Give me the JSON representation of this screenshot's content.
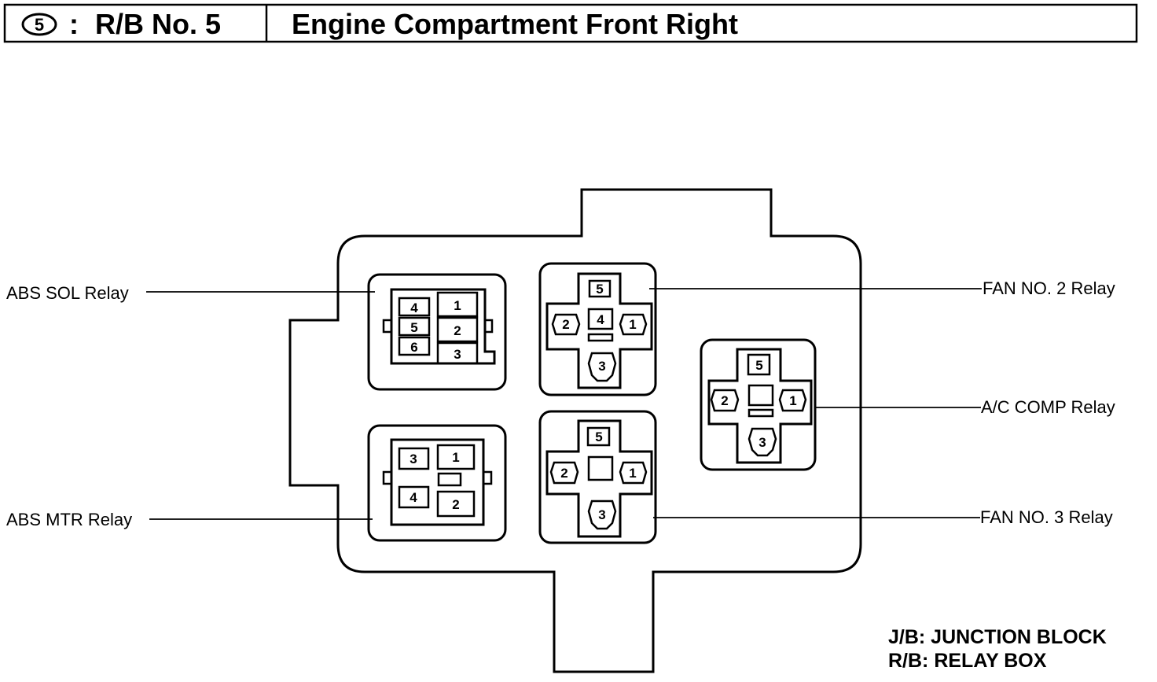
{
  "header": {
    "circle_number": "5",
    "separator": ":",
    "box_id": "R/B No. 5",
    "title": "Engine Compartment Front Right"
  },
  "labels": {
    "abs_sol": "ABS SOL Relay",
    "abs_mtr": "ABS MTR Relay",
    "fan2": "FAN NO. 2 Relay",
    "ac_comp": "A/C COMP Relay",
    "fan3": "FAN NO. 3 Relay"
  },
  "legend": {
    "line1": "J/B: JUNCTION BLOCK",
    "line2": "R/B: RELAY BOX"
  },
  "pins": {
    "abs_sol": {
      "p1": "1",
      "p2": "2",
      "p3": "3",
      "p4": "4",
      "p5": "5",
      "p6": "6"
    },
    "abs_mtr": {
      "p1": "1",
      "p2": "2",
      "p3": "3",
      "p4": "4"
    },
    "fan2": {
      "p1": "1",
      "p2": "2",
      "p3": "3",
      "p4": "4",
      "p5": "5"
    },
    "fan3": {
      "p1": "1",
      "p2": "2",
      "p3": "3",
      "p5": "5"
    },
    "ac_comp": {
      "p1": "1",
      "p2": "2",
      "p3": "3",
      "p5": "5"
    }
  }
}
